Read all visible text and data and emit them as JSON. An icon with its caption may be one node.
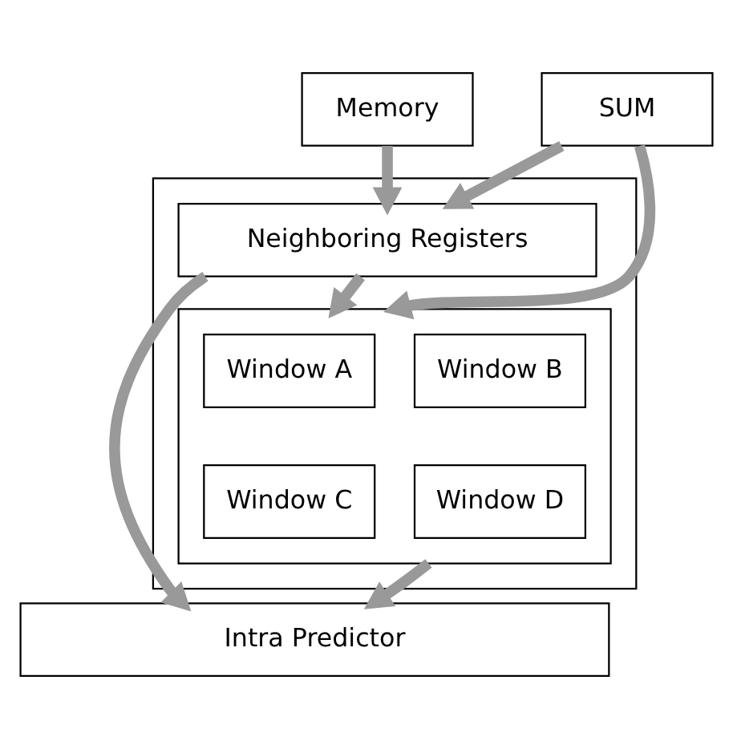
{
  "diagram": {
    "nodes": [
      {
        "text": [
          "Memory"
        ]
      },
      {
        "text": [
          "SUM"
        ]
      },
      {
        "text": [],
        "shape": "box"
      },
      {
        "text": [
          "Neighboring Registers"
        ],
        "in": 2
      },
      {
        "text": [],
        "shape": "box",
        "in": 2
      },
      {
        "text": [
          "Window A"
        ],
        "in": 4
      },
      {
        "text": [
          "Window B"
        ],
        "in": 4
      },
      {
        "text": [
          "Window C"
        ],
        "in": 4
      },
      {
        "text": [
          "Window D"
        ],
        "in": 4
      },
      {
        "text": [
          "Intra Predictor"
        ]
      }
    ],
    "edges": [
      {
        "from": 0,
        "to": 3,
        "arrow": "to"
      },
      {
        "from": 1,
        "to": 3,
        "arrow": "to"
      },
      {
        "from": 1,
        "to": 4,
        "arrow": "to"
      },
      {
        "from": 3,
        "to": 4,
        "arrow": "to"
      },
      {
        "from": 3,
        "to": 9,
        "arrow": "to"
      },
      {
        "from": 4,
        "to": 9,
        "arrow": "to"
      }
    ]
  }
}
